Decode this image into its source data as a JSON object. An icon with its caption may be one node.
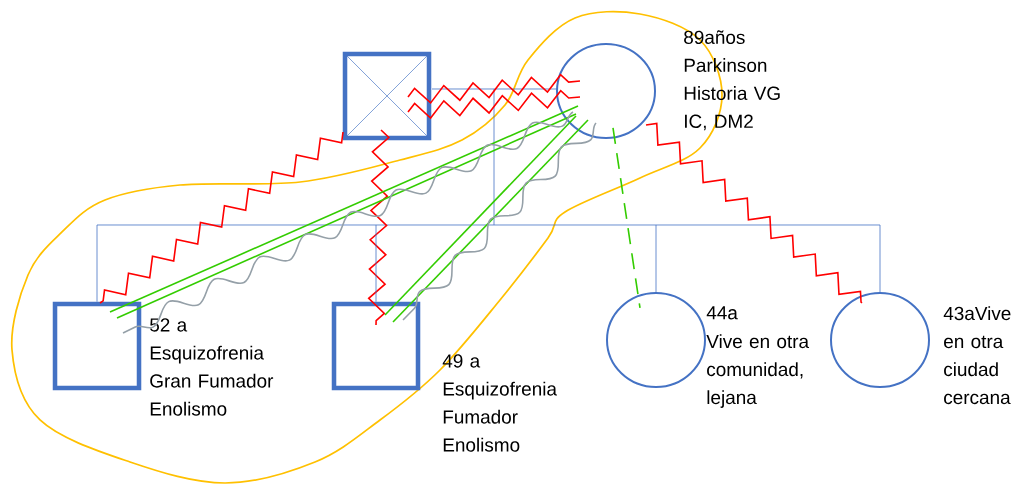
{
  "diagram": {
    "nodes": [
      {
        "text": [],
        "shape": "box"
      },
      {
        "text": [],
        "shape": "circle",
        "beside": [
          "89años Parkinson Historia VG IC, DM2"
        ]
      },
      {
        "text": [],
        "shape": "box",
        "beside": [
          "52 a Esquizofrenia Gran Fumador Enolismo"
        ]
      },
      {
        "text": [],
        "shape": "box",
        "beside": [
          "49 a Esquizofrenia Fumador Enolismo"
        ]
      },
      {
        "text": [],
        "shape": "circle",
        "beside": [
          "44a",
          "Vive en otra comunidad, lejana"
        ]
      },
      {
        "text": [],
        "shape": "circle",
        "beside": [
          "43aVive en otra ciudad cercana"
        ]
      }
    ],
    "edges": [
      {
        "from": 0,
        "to": 1,
        "arrow": "none"
      },
      {
        "from": 0,
        "to": 1,
        "arrow": "none",
        "color": "#ff0000"
      },
      {
        "from": 0,
        "to": 1,
        "arrow": "none",
        "color": "#ff0000"
      },
      {
        "from": 0,
        "to": 2,
        "arrow": "none",
        "color": "#ff0000"
      },
      {
        "from": 0,
        "to": 3,
        "arrow": "none",
        "color": "#ff0000"
      },
      {
        "from": 1,
        "to": 5,
        "arrow": "none",
        "color": "#ff0000"
      },
      {
        "from": 1,
        "to": 2,
        "arrow": "none",
        "color": "#33cc00"
      },
      {
        "from": 1,
        "to": 2,
        "arrow": "none",
        "color": "#33cc00"
      },
      {
        "from": 1,
        "to": 3,
        "arrow": "none",
        "color": "#33cc00"
      },
      {
        "from": 1,
        "to": 3,
        "arrow": "none",
        "color": "#33cc00"
      },
      {
        "from": 1,
        "to": 2,
        "arrow": "none",
        "color": "#95a0a8"
      },
      {
        "from": 1,
        "to": 3,
        "arrow": "none",
        "color": "#95a0a8"
      },
      {
        "from": 1,
        "to": 4,
        "arrow": "none",
        "style": "dashed",
        "color": "#33cc00"
      },
      {
        "from": null,
        "to": 2,
        "arrow": "none"
      },
      {
        "from": null,
        "to": 3,
        "arrow": "none"
      },
      {
        "from": null,
        "to": 4,
        "arrow": "none"
      },
      {
        "from": null,
        "to": 5,
        "arrow": "none"
      }
    ]
  }
}
